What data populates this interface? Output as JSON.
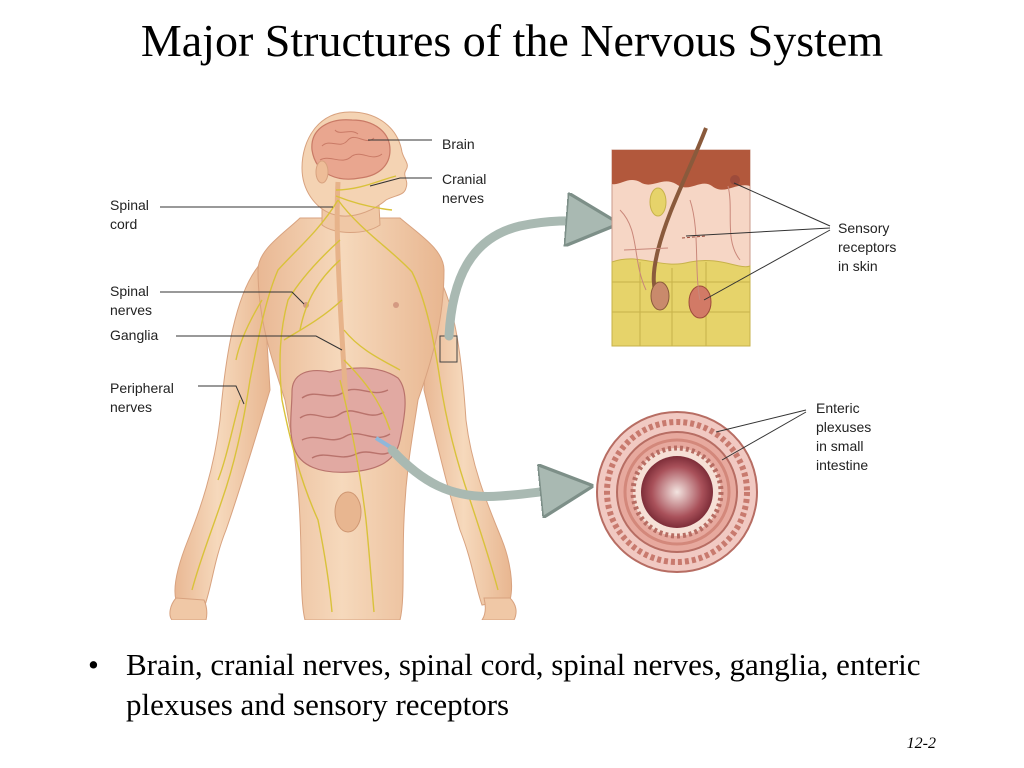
{
  "slide": {
    "title": "Major Structures of the Nervous System",
    "bullet_marker": "•",
    "bullet_text": "Brain, cranial nerves, spinal cord, spinal nerves, ganglia, enteric plexuses and sensory receptors",
    "slide_number": "12-2"
  },
  "figure": {
    "labels": {
      "brain": "Brain",
      "cranial": [
        "Cranial",
        "nerves"
      ],
      "spinal_cord": [
        "Spinal",
        "cord"
      ],
      "spinal_nerves": [
        "Spinal",
        "nerves"
      ],
      "ganglia": "Ganglia",
      "peripheral": [
        "Peripheral",
        "nerves"
      ],
      "sensory": [
        "Sensory",
        "receptors",
        "in skin"
      ],
      "enteric": [
        "Enteric",
        "plexuses",
        "in small",
        "intestine"
      ]
    },
    "colors": {
      "skin": "#f4d3b3",
      "skin_shade": "#e8b690",
      "nerve": "#d9c23a",
      "brain": "#e9a68f",
      "intestine": "#e1a9a2",
      "arrow": "#a9b9b2",
      "dermis": "#f6d6c5",
      "fat": "#e6d36a",
      "epidermis": "#b2583c"
    }
  }
}
